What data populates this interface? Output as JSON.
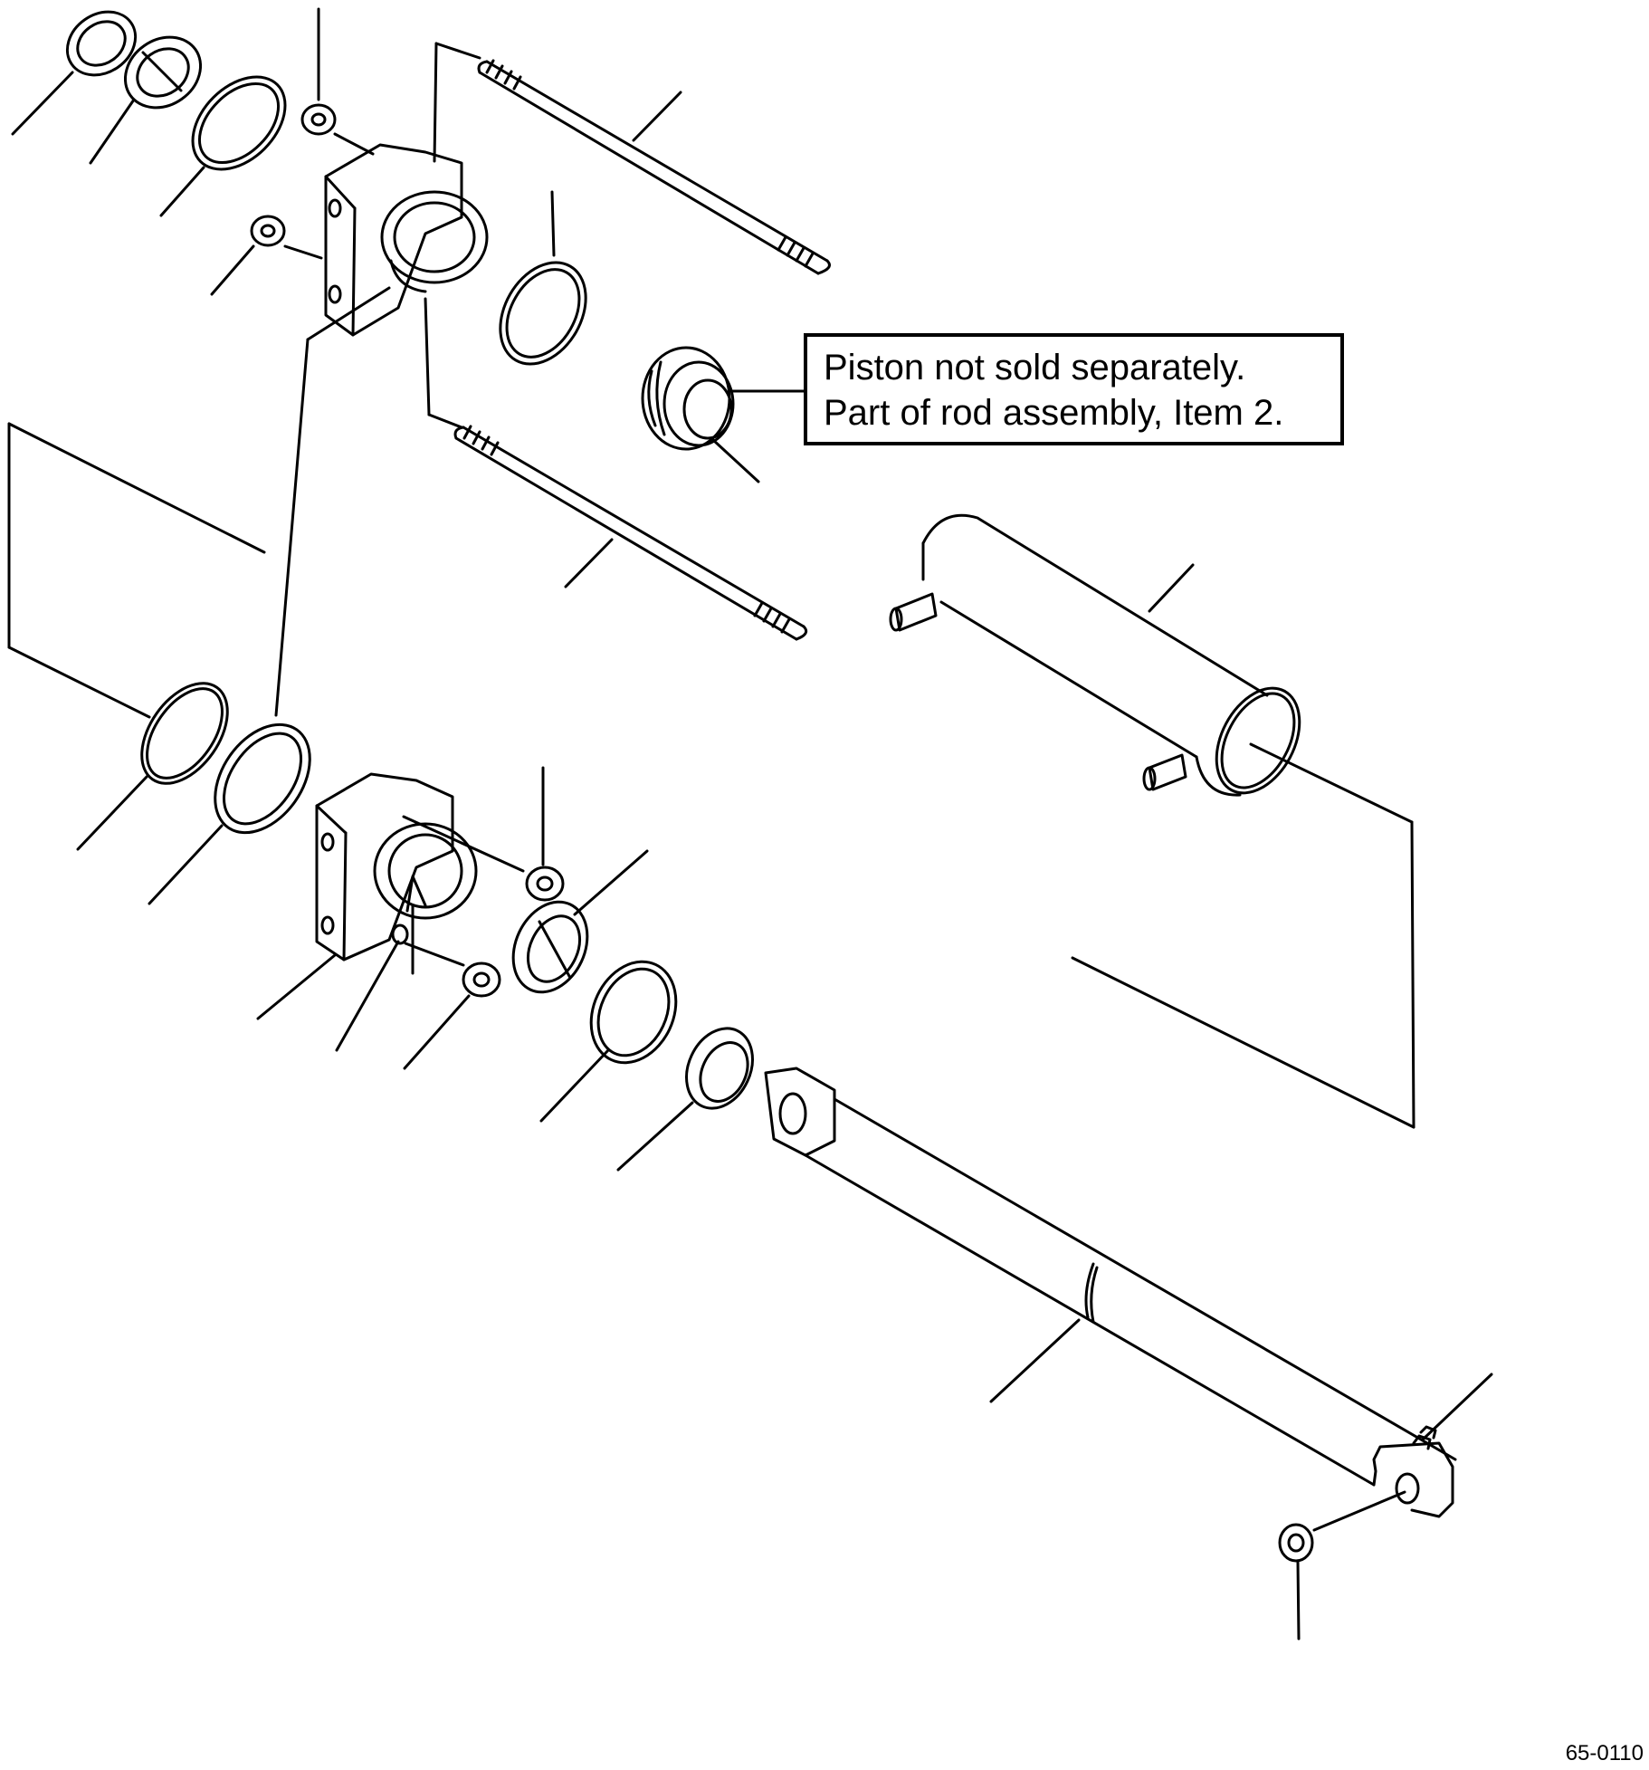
{
  "note": {
    "lines": [
      "Piston not sold separately.",
      "Part of rod assembly, Item 2."
    ]
  },
  "drawing_code": "65-0110",
  "colors": {
    "ink": "#000000",
    "paper": "#ffffff"
  }
}
